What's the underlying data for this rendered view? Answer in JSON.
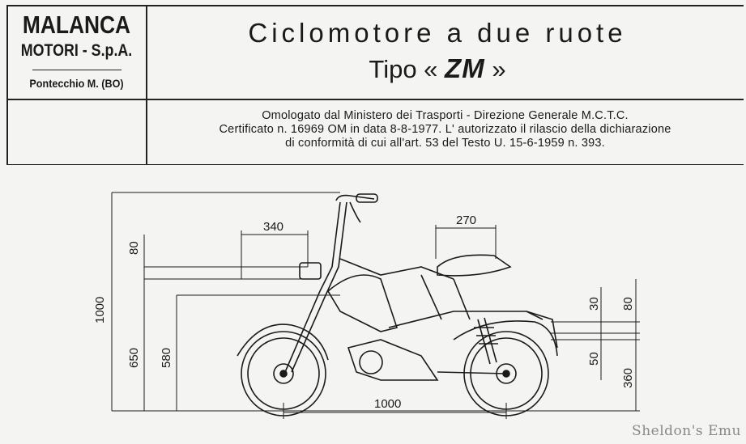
{
  "header": {
    "company_name": "MALANCA",
    "company_sub": "MOTORI - S.p.A.",
    "company_location": "Pontecchio M. (BO)",
    "title_line1": "Ciclomotore a due ruote",
    "title_line2_prefix": "Tipo «",
    "title_line2_model": "ZM",
    "title_line2_suffix": "»"
  },
  "certification": {
    "line1": "Omologato dal Ministero dei Trasporti - Direzione Generale M.C.T.C.",
    "line2": "Certificato n. 16969 OM in data 8-8-1977. L' autorizzato il rilascio della dichiarazione",
    "line3": "di conformità di cui all'art. 53 del Testo U. 15-6-1959 n. 393."
  },
  "dimensions": {
    "overall_height": "1000",
    "handlebar_top": "80",
    "seat_height": "650",
    "tank_height": "580",
    "front_offset": "340",
    "seat_length": "270",
    "rear_carrier_30": "30",
    "rear_carrier_80": "80",
    "rear_50": "50",
    "rear_height": "360",
    "wheelbase": "1000"
  },
  "watermark": "Sheldon's Emu"
}
